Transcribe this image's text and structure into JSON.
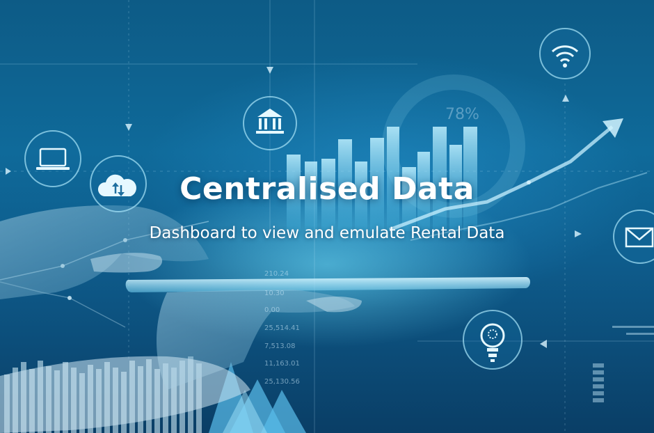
{
  "banner": {
    "title": "Centralised Data",
    "subtitle": "Dashboard to view and emulate Rental Data"
  },
  "decor": {
    "percent_readout": "78%",
    "readouts": [
      "210.24",
      "10.30",
      "0.00",
      "25,514.41",
      "7,513.08",
      "11,163.01",
      "25,130.56"
    ]
  },
  "icons": [
    "laptop-icon",
    "bank-icon",
    "cloud-sync-icon",
    "wifi-icon",
    "mail-icon",
    "lightbulb-icon"
  ],
  "colors": {
    "accent": "#7fe0ff",
    "deep": "#0a3e66",
    "mid": "#0f6a9a"
  }
}
